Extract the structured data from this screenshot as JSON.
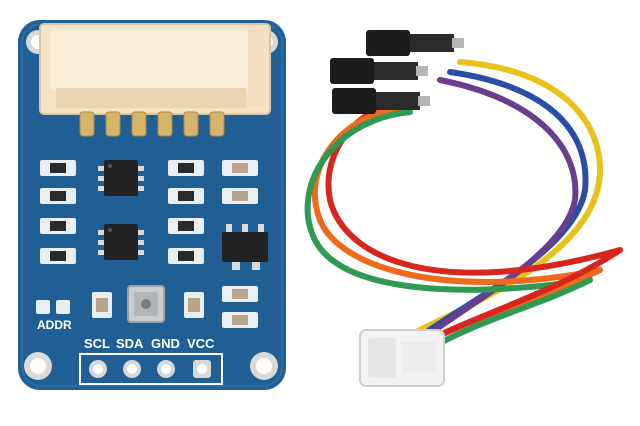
{
  "board": {
    "silkscreen": {
      "addr": "ADDR",
      "scl": "SCL",
      "sda": "SDA",
      "gnd": "GND",
      "vcc": "VCC"
    }
  },
  "colors": {
    "pcb": "#1f5f93",
    "pcb_dark": "#174a75",
    "connector": "#f3e2c4",
    "gold": "#d6b56a",
    "wire_yellow": "#e8c21a",
    "wire_blue": "#2a4ea8",
    "wire_purple": "#6b3d8f",
    "wire_red": "#d7261e",
    "wire_orange": "#ee6a1d",
    "wire_green": "#2f9a54",
    "dupont": "#1c1c1c",
    "jst_plug": "#f2f2f2"
  },
  "icons": {
    "sensor": "sensor-chip-icon",
    "ic": "ic-chip-icon"
  }
}
